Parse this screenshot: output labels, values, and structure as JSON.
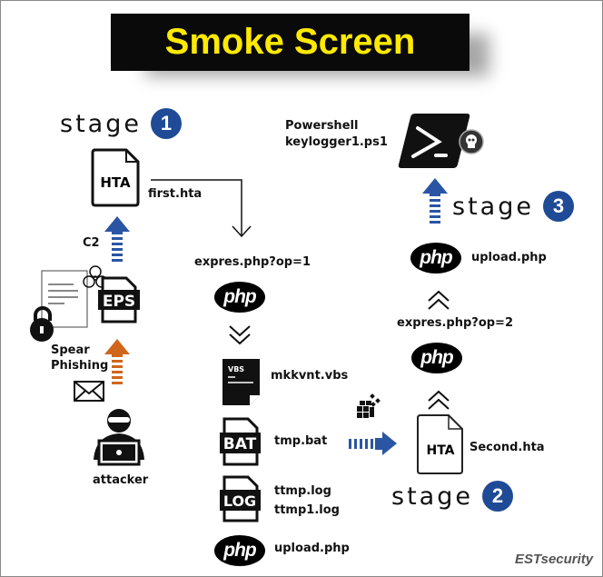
{
  "title": "Smoke Screen",
  "stages": [
    {
      "word": "stage",
      "number": "1"
    },
    {
      "word": "stage",
      "number": "2"
    },
    {
      "word": "stage",
      "number": "3"
    }
  ],
  "labels": {
    "first_hta": "first.hta",
    "c2": "C2",
    "spear_phishing_1": "Spear",
    "spear_phishing_2": "Phishing",
    "attacker": "attacker",
    "expres_op1": "expres.php?op=1",
    "mkkvnt": "mkkvnt.vbs",
    "tmp_bat": "tmp.bat",
    "ttmp_log": "ttmp.log",
    "ttmp1_log": "ttmp1.log",
    "upload_php_1": "upload.php",
    "second_hta": "Second.hta",
    "expres_op2": "expres.php?op=2",
    "upload_php_2": "upload.php",
    "powershell": "Powershell",
    "keylogger": "keylogger1.ps1"
  },
  "icons": {
    "hta": "HTA",
    "eps": "EPS",
    "vbs": "VBS",
    "bat": "BAT",
    "log": "LOG",
    "php": "php"
  },
  "brand": "ESTsecurity",
  "colors": {
    "title_bg": "#0a0a0a",
    "title_text": "#ffea00",
    "stage_circle": "#1f4b96",
    "arrow_blue": "#2a55a3",
    "arrow_orange": "#d0661c"
  }
}
